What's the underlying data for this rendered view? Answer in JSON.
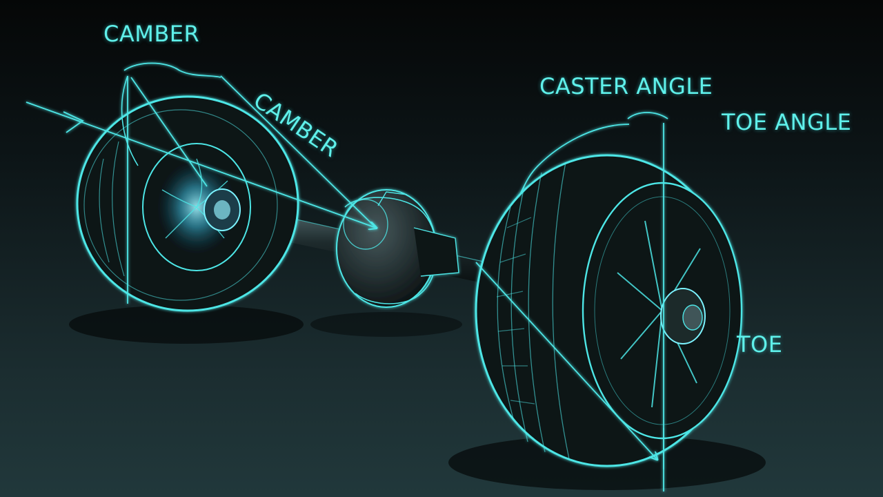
{
  "labels": {
    "camber_top": "CAMBER",
    "camber_diagonal": "CAMBER",
    "caster_angle": "CASTER ANGLE",
    "toe_angle": "TOE ANGLE",
    "toe": "TOE"
  },
  "colors": {
    "background": "#07090a",
    "floor": "#1e3134",
    "glow": "#4ee6e6",
    "label": "#5ff0ea",
    "tire_body": "#0c1314"
  }
}
